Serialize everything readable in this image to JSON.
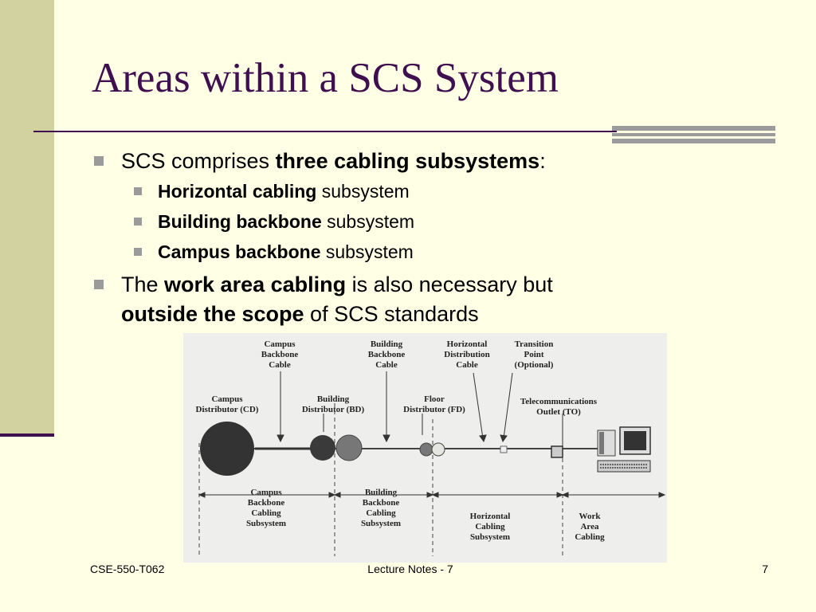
{
  "slide": {
    "title": "Areas within a SCS System",
    "bullets": {
      "b1": {
        "prefix": "SCS comprises ",
        "bold": "three cabling subsystems",
        "suffix": ":",
        "subs": [
          {
            "bold": "Horizontal cabling",
            "rest": " subsystem"
          },
          {
            "bold": "Building backbone",
            "rest": " subsystem"
          },
          {
            "bold": "Campus backbone",
            "rest": " subsystem"
          }
        ]
      },
      "b2": {
        "p1": "The ",
        "bold1": "work area cabling",
        "p2": " is also necessary but",
        "bold2": "outside the scope",
        "p3": " of SCS standards"
      }
    },
    "diagram": {
      "top_labels": {
        "campus_backbone_cable": [
          "Campus",
          "Backbone",
          "Cable"
        ],
        "building_backbone_cable": [
          "Building",
          "Backbone",
          "Cable"
        ],
        "horizontal_distribution_cable": [
          "Horizontal",
          "Distribution",
          "Cable"
        ],
        "transition_point": [
          "Transition",
          "Point",
          "(Optional)"
        ]
      },
      "mid_labels": {
        "campus_distributor": [
          "Campus",
          "Distributor (CD)"
        ],
        "building_distributor": [
          "Building",
          "Distributor (BD)"
        ],
        "floor_distributor": [
          "Floor",
          "Distributor (FD)"
        ],
        "telecom_outlet": [
          "Telecommunications",
          "Outlet (TO)"
        ]
      },
      "bottom_labels": {
        "campus_subsystem": [
          "Campus",
          "Backbone",
          "Cabling",
          "Subsystem"
        ],
        "building_subsystem": [
          "Building",
          "Backbone",
          "Cabling",
          "Subsystem"
        ],
        "horizontal_subsystem": [
          "Horizontal",
          "Cabling",
          "Subsystem"
        ],
        "work_area": [
          "Work",
          "Area",
          "Cabling"
        ]
      }
    },
    "footer": {
      "left": "CSE-550-T062",
      "center": "Lecture Notes - 7",
      "right": "7"
    }
  },
  "colors": {
    "background": "#FFFFE6",
    "side_bar": "#D2D2A0",
    "title": "#3F0F4F",
    "bullet": "#9B9B9B"
  }
}
